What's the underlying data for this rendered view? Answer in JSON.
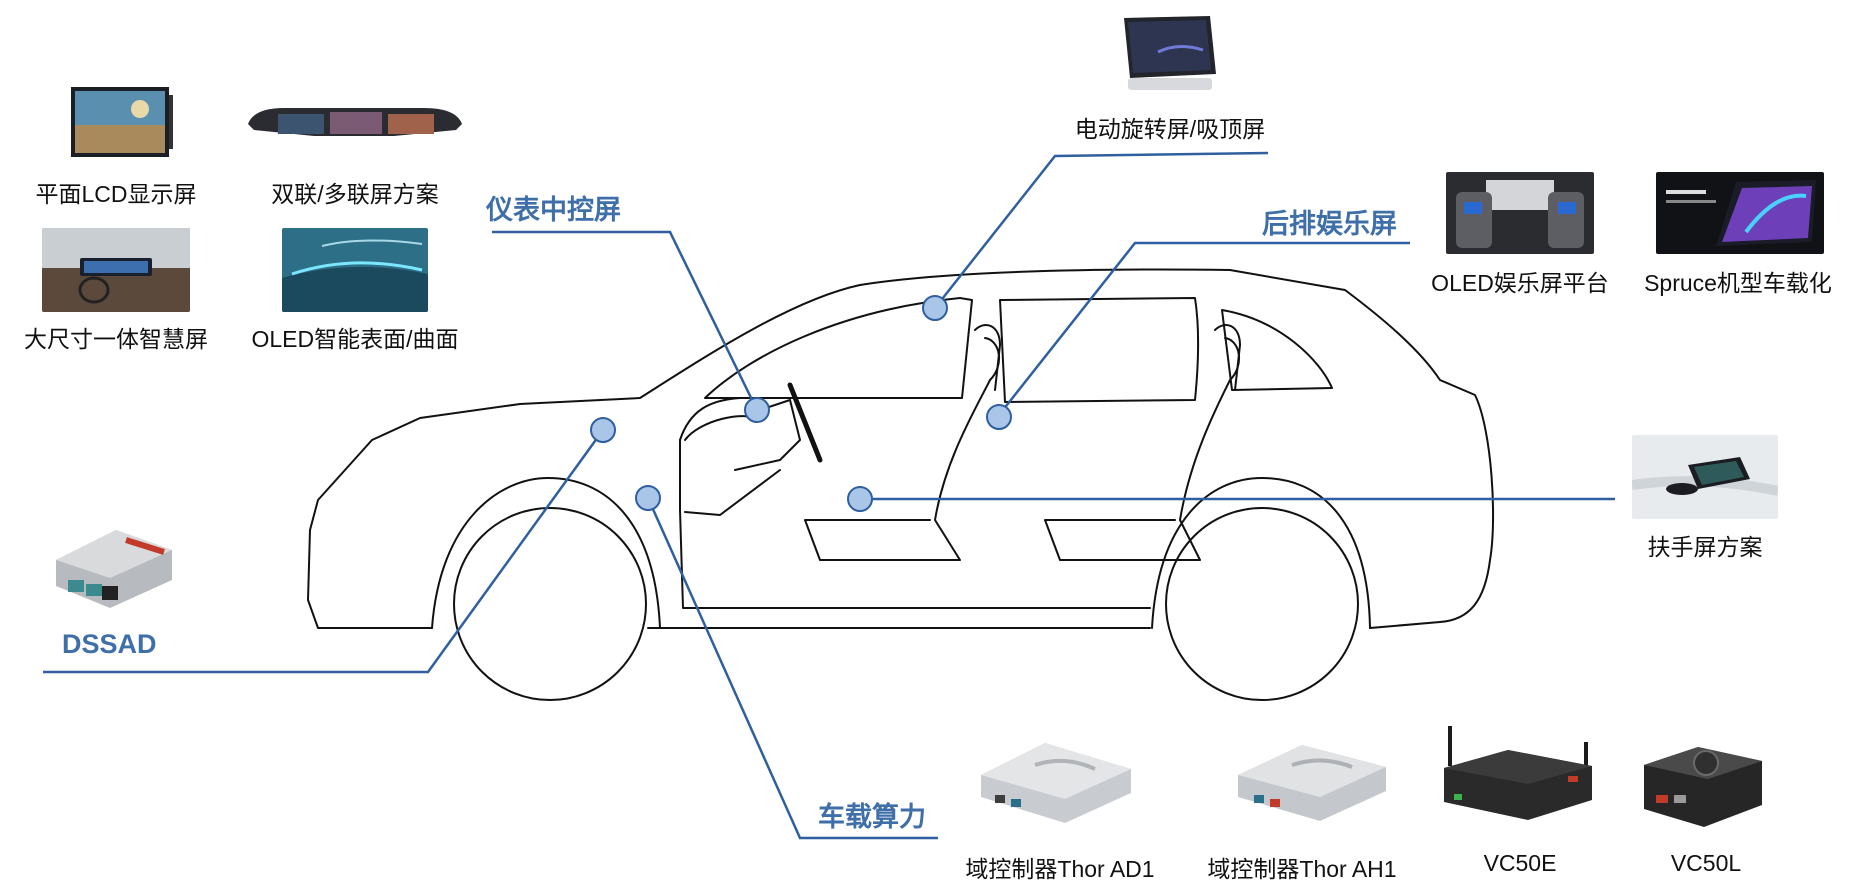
{
  "colors": {
    "connector": "#2f5f9e",
    "category": "#3f6fa8",
    "dot_fill": "#a9c6e8",
    "dot_stroke": "#2f5f9e",
    "car_outline": "#111111"
  },
  "categories": {
    "dashboard": "仪表中控屏",
    "rear_entertainment": "后排娱乐屏",
    "dssad": "DSSAD",
    "computing": "车载算力"
  },
  "products": {
    "flat_lcd": "平面LCD显示屏",
    "dual_screen": "双联/多联屏方案",
    "large_smart": "大尺寸一体智慧屏",
    "oled_surface": "OLED智能表面/曲面",
    "rotating_screen": "电动旋转屏/吸顶屏",
    "oled_entertainment": "OLED娱乐屏平台",
    "spruce": "Spruce机型车载化",
    "armrest": "扶手屏方案",
    "thor_ad1": "域控制器Thor AD1",
    "thor_ah1": "域控制器Thor AH1",
    "vc50e": "VC50E",
    "vc50l": "VC50L"
  },
  "icons": {
    "flat_lcd": "lcd-display-icon",
    "dual_screen": "dual-screen-icon",
    "large_smart": "car-interior-screen-icon",
    "oled_surface": "oled-surface-icon",
    "rotating_screen": "tablet-screen-icon",
    "oled_entertainment": "rear-seat-screen-icon",
    "spruce": "tablet-screen-icon",
    "armrest": "armrest-screen-icon",
    "dssad": "ecu-module-icon",
    "thor_ad1": "domain-controller-icon",
    "thor_ah1": "domain-controller-icon",
    "vc50e": "edge-computer-icon",
    "vc50l": "edge-computer-icon"
  }
}
